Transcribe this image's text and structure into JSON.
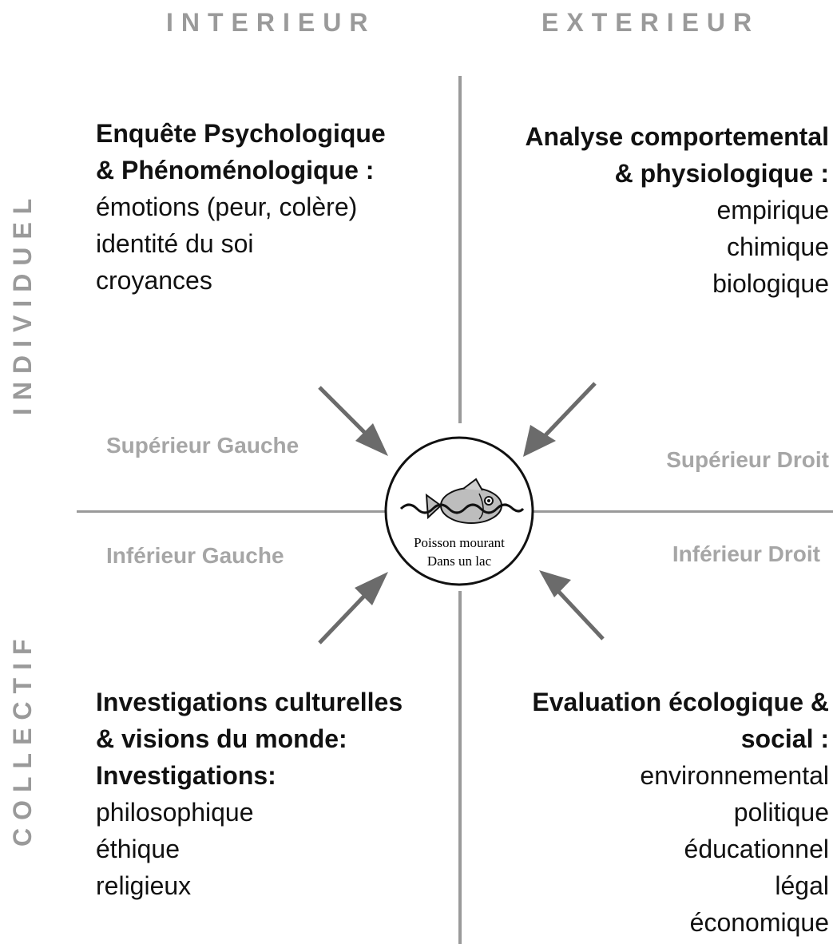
{
  "axes": {
    "interior": "INTERIEUR",
    "exterior": "EXTERIEUR",
    "individual": "INDIVIDUEL",
    "collective": "COLLECTIF"
  },
  "quadrants": {
    "upper_left": {
      "heading": [
        "Enquête Psychologique",
        "& Phénoménologique :"
      ],
      "items": [
        "émotions (peur, colère)",
        "identité du soi",
        "croyances"
      ]
    },
    "upper_right": {
      "heading": [
        "Analyse comportemental",
        "& physiologique :"
      ],
      "items": [
        "empirique",
        "chimique",
        "biologique"
      ]
    },
    "lower_left": {
      "heading": [
        "Investigations culturelles",
        "& visions du monde:",
        "Investigations:"
      ],
      "items": [
        "philosophique",
        "éthique",
        "religieux"
      ]
    },
    "lower_right": {
      "heading": [
        "Evaluation écologique &",
        "social :"
      ],
      "items": [
        "environnemental",
        "politique",
        "éducationnel",
        "légal",
        "économique"
      ]
    }
  },
  "corner_labels": {
    "upper_left": "Supérieur Gauche",
    "upper_right": "Supérieur Droit",
    "lower_left": "Inférieur Gauche",
    "lower_right": "Inférieur Droit"
  },
  "center": {
    "line1": "Poisson mourant",
    "line2": "Dans un lac",
    "icon": "fish-in-water-icon"
  },
  "colors": {
    "axis_label": "#9a9a9a",
    "lines": "#9a9a9a",
    "arrows": "#6b6b6b",
    "corner_labels": "#a6a6a6"
  }
}
